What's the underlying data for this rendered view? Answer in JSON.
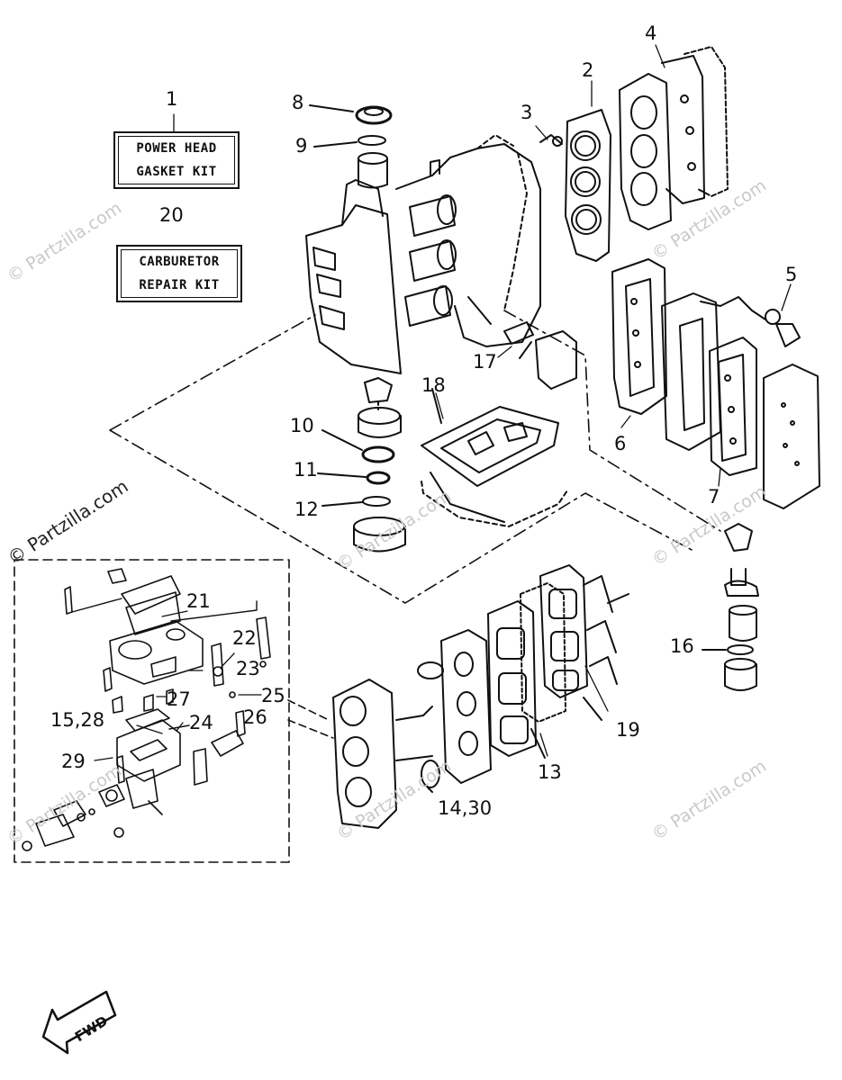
{
  "kits": {
    "power_head": {
      "line1": "POWER HEAD",
      "line2": "GASKET KIT"
    },
    "carburetor": {
      "line1": "CARBURETOR",
      "line2": "REPAIR KIT"
    }
  },
  "callouts": {
    "c1": "1",
    "c2": "2",
    "c3": "3",
    "c4": "4",
    "c5": "5",
    "c6": "6",
    "c7": "7",
    "c8": "8",
    "c9": "9",
    "c10": "10",
    "c11": "11",
    "c12": "12",
    "c13": "13",
    "c14_30": "14,30",
    "c15_28": "15,28",
    "c16": "16",
    "c17": "17",
    "c18": "18",
    "c19": "19",
    "c20": "20",
    "c21": "21",
    "c22": "22",
    "c23": "23",
    "c24": "24",
    "c25": "25",
    "c26": "26",
    "c27": "27",
    "c29": "29"
  },
  "watermarks": {
    "brand": "© Partzilla.com"
  },
  "fwd": {
    "label": "FWD"
  },
  "colors": {
    "ink": "#111111",
    "watermark": "#c9c9c9"
  }
}
